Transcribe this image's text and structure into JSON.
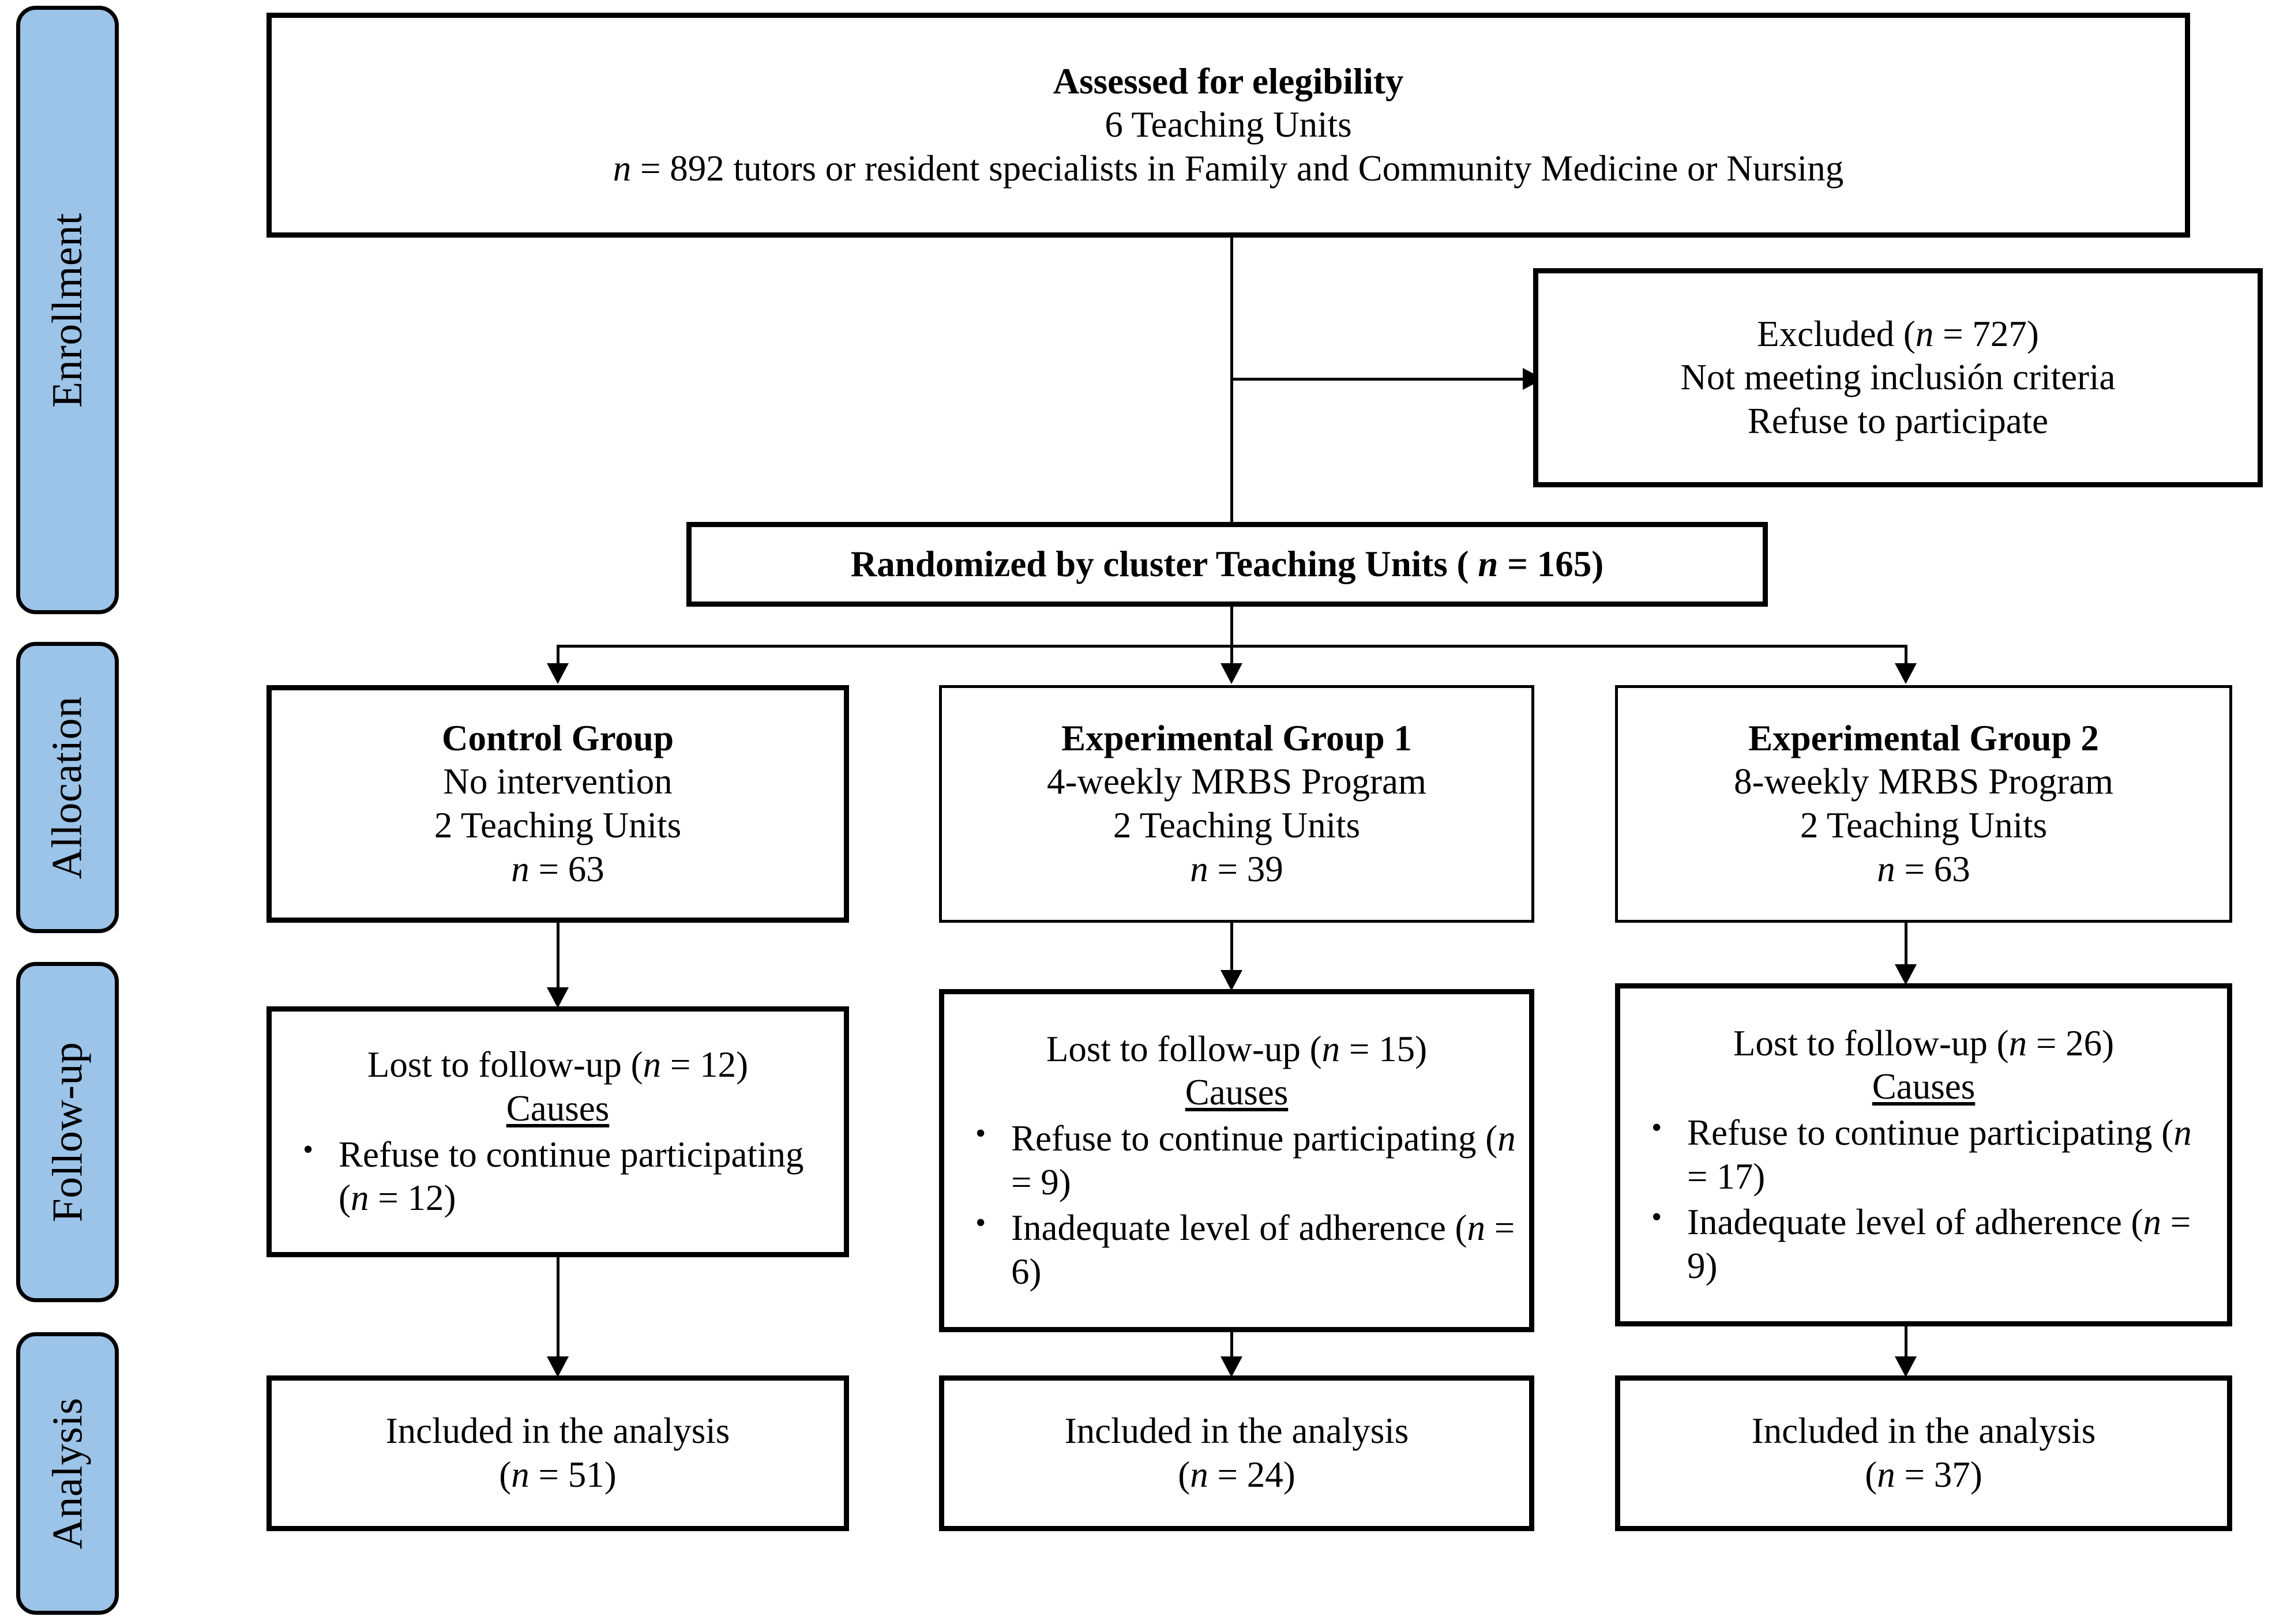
{
  "diagram": {
    "title": "CONSORT participant flow diagram",
    "accent_color": "#9cc3e8",
    "line_color": "#000000"
  },
  "phases": [
    {
      "label": "Enrollment"
    },
    {
      "label": "Allocation"
    },
    {
      "label": "Follow-up"
    },
    {
      "label": "Analysis"
    }
  ],
  "boxes": {
    "assessed": {
      "line1": "Assessed for elegibility",
      "line2": "6 Teaching Units",
      "line3_n": "n",
      "line3_rest": " = 892 tutors or resident specialists in Family and Community Medicine or Nursing"
    },
    "excluded": {
      "line1_pre": "Excluded (",
      "line1_n": "n",
      "line1_post": " = 727)",
      "line2": "Not meeting inclusión criteria",
      "line3": "Refuse to participate"
    },
    "randomized": {
      "pre": "Randomized by cluster Teaching Units ( ",
      "n": "n",
      "post": " = 165)"
    },
    "control": {
      "title": "Control Group",
      "line2": "No intervention",
      "line3": "2 Teaching Units",
      "n_symbol": "n",
      "n_value": " = 63"
    },
    "exp1": {
      "title": "Experimental Group 1",
      "line2": "4-weekly MRBS Program",
      "line3": "2 Teaching Units",
      "n_symbol": "n",
      "n_value": " = 39"
    },
    "exp2": {
      "title": "Experimental Group 2",
      "line2": "8-weekly MRBS Program",
      "line3": "2 Teaching Units",
      "n_symbol": "n",
      "n_value": " = 63"
    },
    "lost_control": {
      "head_pre": "Lost to follow-up (",
      "head_n": "n",
      "head_post": " = 12)",
      "causes_label": "Causes",
      "causes": [
        {
          "text_pre": "Refuse to continue participating (",
          "n": "n",
          "text_post": " = 12)"
        }
      ]
    },
    "lost_exp1": {
      "head_pre": "Lost to follow-up (",
      "head_n": "n",
      "head_post": " = 15)",
      "causes_label": "Causes",
      "causes": [
        {
          "text_pre": "Refuse to continue participating (",
          "n": "n",
          "text_post": " = 9)"
        },
        {
          "text_pre": "Inadequate level of adherence (",
          "n": "n",
          "text_post": " = 6)"
        }
      ]
    },
    "lost_exp2": {
      "head_pre": "Lost to follow-up (",
      "head_n": "n",
      "head_post": " = 26)",
      "causes_label": "Causes",
      "causes": [
        {
          "text_pre": "Refuse to continue participating (",
          "n": "n",
          "text_post": " = 17)"
        },
        {
          "text_pre": "Inadequate level of adherence (",
          "n": "n",
          "text_post": " = 9)"
        }
      ]
    },
    "analysis_control": {
      "line1": "Included in the analysis",
      "n_pre": "(",
      "n": "n",
      "n_post": " = 51)"
    },
    "analysis_exp1": {
      "line1": "Included in the analysis",
      "n_pre": "(",
      "n": "n",
      "n_post": " = 24)"
    },
    "analysis_exp2": {
      "line1": "Included in the analysis",
      "n_pre": "(",
      "n": "n",
      "n_post": " = 37)"
    }
  }
}
